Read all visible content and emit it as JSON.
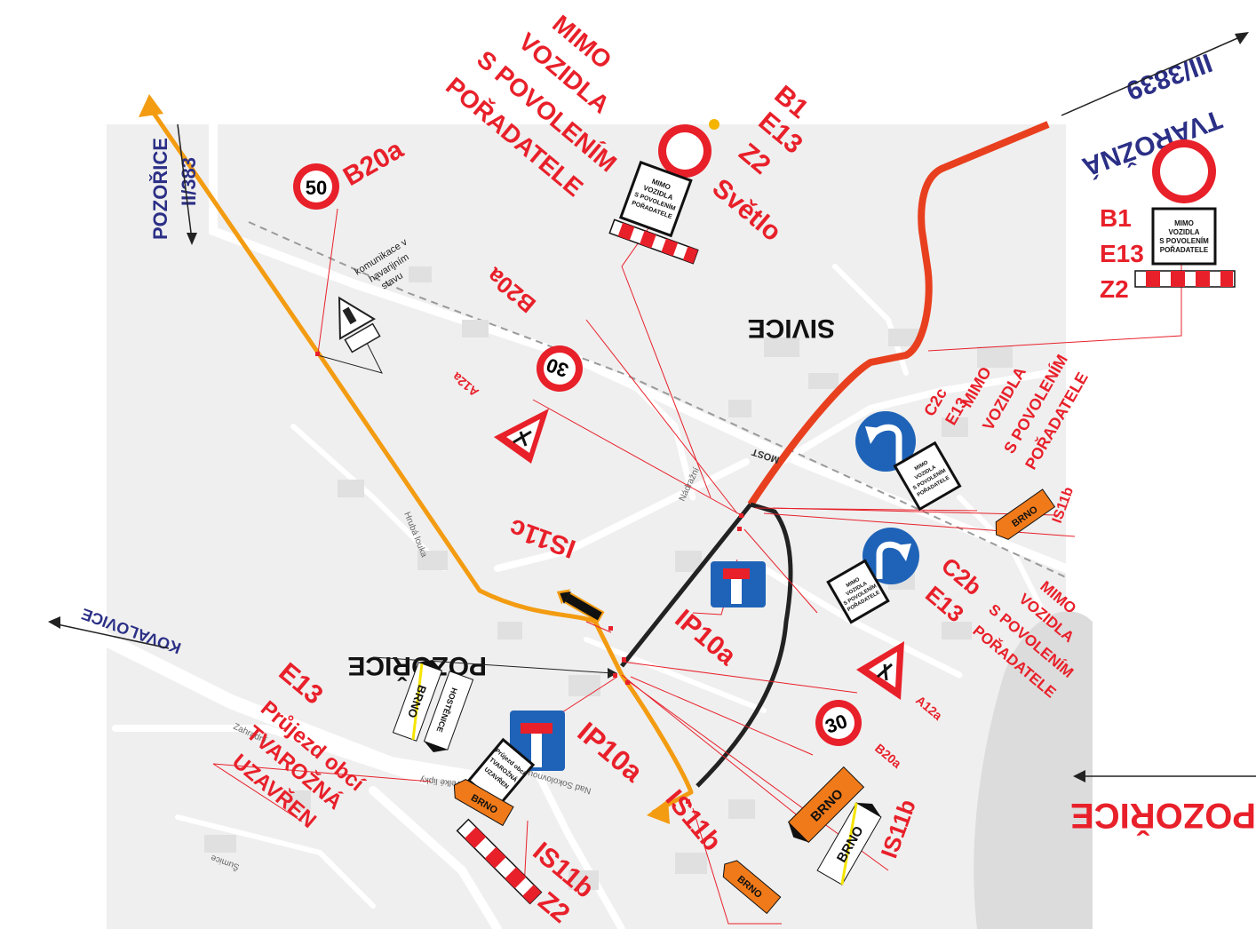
{
  "colors": {
    "map_background": "#efefef",
    "label_red": "#e8202a",
    "label_blue": "#2b2f86",
    "detour_orange": "#f39c12",
    "closure_red": "#e8401f",
    "route_black": "#222222",
    "water": "#dcdcdc"
  },
  "directions": {
    "pozorice_left": "POZOŘICE",
    "route_left": "II/383",
    "tvarozna": "TVAROŽNÁ",
    "route_right": "III/3839",
    "kovalovice": "KOVALOVICE",
    "pozorice_right": "POZOŘICE"
  },
  "places": {
    "sivice": "SIVICE",
    "pozorice_town": "POZOŘICE",
    "most": "MOST"
  },
  "streets": {
    "street_a": "Hrubá louka",
    "street_b": "Velké lipky",
    "street_c": "Nad Sokolovnou",
    "street_d": "Šumice",
    "street_e": "Zahradní",
    "street_f": "Nádražní"
  },
  "signs": {
    "speed_50": "50",
    "speed_30": "30",
    "mimo_text_1": "MIMO",
    "mimo_text_2": "VOZIDLA",
    "mimo_text_3": "S POVOLENÍM",
    "mimo_text_4": "POŘADATELE",
    "brno": "BRNO",
    "hostenice": "HOSTĚNICE",
    "pruj_1": "Průjezd obcí",
    "pruj_2": "TVAROŽNÁ",
    "pruj_3": "UZAVŘEN",
    "hav_1": "komunikace v",
    "hav_2": "havarijním",
    "hav_3": "stavu"
  },
  "labels": {
    "b20a_1": "B20a",
    "b20a_2": "B20a",
    "b20a_3": "B20a",
    "a12a_1": "A12a",
    "a12a_2": "A12a",
    "mimo_top_1": "MIMO",
    "mimo_top_2": "VOZIDLA",
    "mimo_top_3": "S POVOLENÍM",
    "mimo_top_4": "POŘADATELE",
    "top_b1": "B1",
    "top_e13": "E13",
    "top_z2": "Z2",
    "top_svetlo": "Světlo",
    "right_b1": "B1",
    "right_e13": "E13",
    "right_z2": "Z2",
    "c2c": "C2c",
    "c2c_e13": "E13",
    "c2c_m1": "MIMO",
    "c2c_m2": "VOZIDLA",
    "c2c_m3": "S POVOLENÍM",
    "c2c_m4": "POŘADATELE",
    "is11b_r": "IS11b",
    "c2b": "C2b",
    "c2b_e13": "E13",
    "c2b_m1": "MIMO",
    "c2b_m2": "VOZIDLA",
    "c2b_m3": "S POVOLENÍM",
    "c2b_m4": "POŘADATELE",
    "is11c": "IS11c",
    "ip10a_1": "IP10a",
    "ip10a_2": "IP10a",
    "e13_left": "E13",
    "pruj_l1": "Průjezd obcí",
    "pruj_l2": "TVAROŽNÁ",
    "pruj_l3": "UZAVŘEN",
    "is11b_1": "IS11b",
    "is11b_2": "IS11b",
    "is11b_3": "IS11b",
    "z2_bottom": "Z2"
  }
}
